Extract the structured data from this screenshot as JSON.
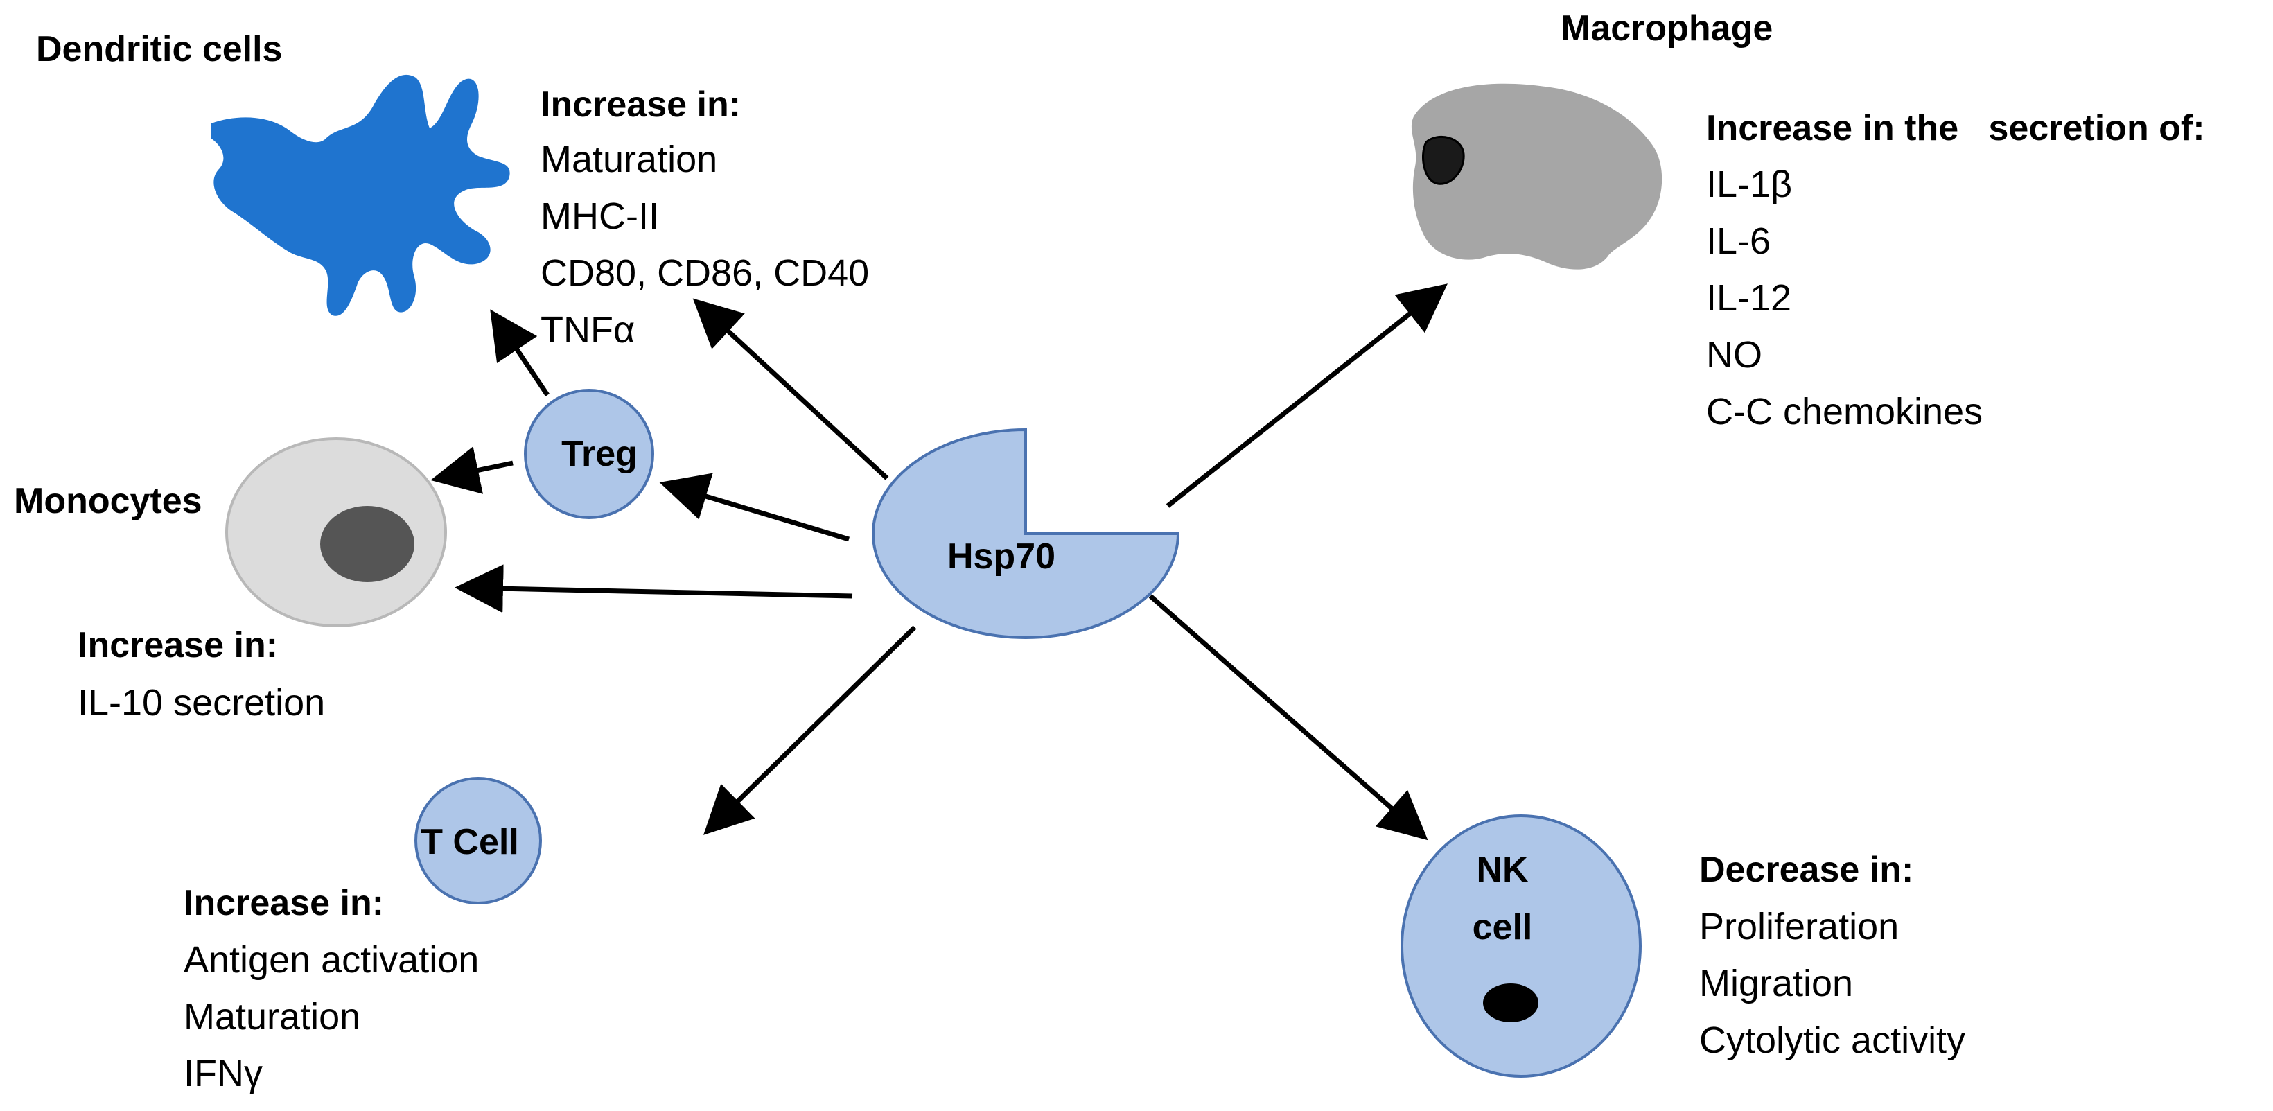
{
  "center": {
    "label": "Hsp70",
    "fill": "#aec6e8",
    "stroke": "#4a72b0"
  },
  "dendritic": {
    "title": "Dendritic cells",
    "heading": "Increase in:",
    "items": [
      "Maturation",
      "MHC-II",
      "CD80, CD86, CD40",
      "TNFα"
    ],
    "color": "#1f74cf"
  },
  "macrophage": {
    "title": "Macrophage",
    "heading": "Increase in the   secretion of:",
    "items": [
      "IL-1β",
      "IL-6",
      "IL-12",
      "NO",
      "C-C chemokines"
    ],
    "color": "#a6a6a6"
  },
  "monocytes": {
    "title": "Monocytes",
    "heading": "Increase in:",
    "items": [
      "IL-10 secretion"
    ],
    "color": "#dcdcdc"
  },
  "treg": {
    "label": "Treg"
  },
  "tcell": {
    "label": "T Cell",
    "heading": "Increase in:",
    "items": [
      "Antigen activation",
      "Maturation",
      "IFNγ"
    ]
  },
  "nk": {
    "label_line1": "NK",
    "label_line2": "cell",
    "heading": "Decrease in:",
    "items": [
      "Proliferation",
      "Migration",
      "Cytolytic activity"
    ]
  }
}
